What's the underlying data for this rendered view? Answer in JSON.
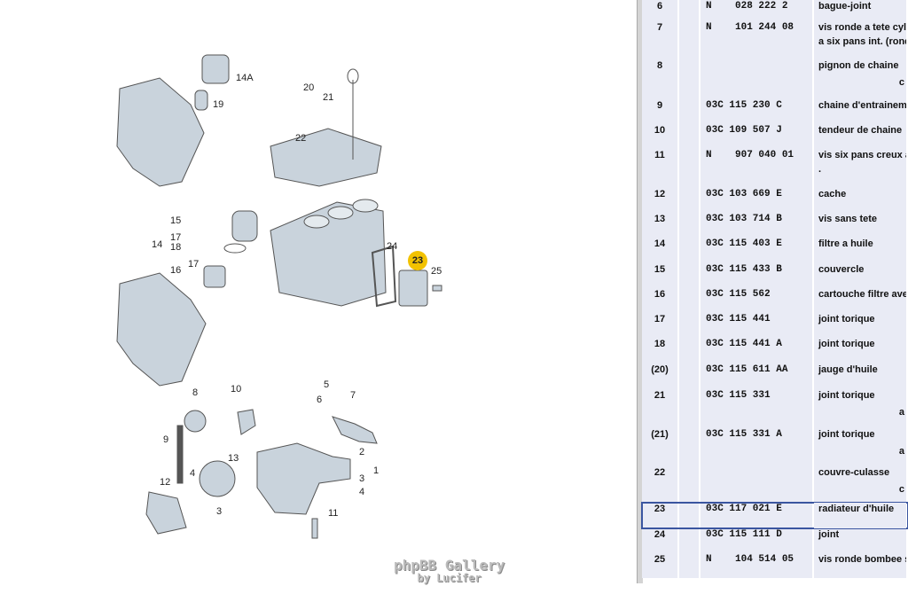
{
  "diagram": {
    "callouts": [
      "14A",
      "19",
      "20",
      "21",
      "22",
      "15",
      "17",
      "18",
      "14",
      "17",
      "16",
      "24",
      "23",
      "25",
      "8",
      "10",
      "5",
      "6",
      "7",
      "9",
      "13",
      "2",
      "1",
      "3",
      "4",
      "12",
      "4",
      "3",
      "11"
    ],
    "highlight_color": "#f2c200"
  },
  "watermark": {
    "line1": "phpBB Gallery",
    "line2": "by Lucifer"
  },
  "table": {
    "rows": [
      {
        "num": "6",
        "part": "N    028 222 2",
        "desc": "bague-joint",
        "line2": "",
        "overflow": ""
      },
      {
        "num": "7",
        "part": "N    101 244 08",
        "desc": "vis ronde a tete cylin",
        "line2": "a six pans int. (ronde",
        "overflow": ""
      },
      {
        "num": "8",
        "part": "",
        "desc": "pignon de chaine",
        "line2": "",
        "overflow": "c"
      },
      {
        "num": "9",
        "part": "03C 115 230 C",
        "desc": "chaine d'entrainement",
        "line2": "",
        "overflow": ""
      },
      {
        "num": "10",
        "part": "03C 109 507 J",
        "desc": "tendeur de chaine",
        "line2": "",
        "overflow": ""
      },
      {
        "num": "11",
        "part": "N    907 040 01",
        "desc": "vis six pans creux à",
        "line2": ".",
        "overflow": ""
      },
      {
        "num": "12",
        "part": "03C 103 669 E",
        "desc": "cache",
        "line2": "",
        "overflow": ""
      },
      {
        "num": "13",
        "part": "03C 103 714 B",
        "desc": "vis sans tete",
        "line2": "",
        "overflow": ""
      },
      {
        "num": "14",
        "part": "03C 115 403 E",
        "desc": "filtre a huile",
        "line2": "",
        "overflow": ""
      },
      {
        "num": "15",
        "part": "03C 115 433 B",
        "desc": "couvercle",
        "line2": "",
        "overflow": ""
      },
      {
        "num": "16",
        "part": "03C 115 562",
        "desc": "cartouche filtre avec",
        "line2": "",
        "overflow": ""
      },
      {
        "num": "17",
        "part": "03C 115 441",
        "desc": "joint torique",
        "line2": "",
        "overflow": ""
      },
      {
        "num": "18",
        "part": "03C 115 441 A",
        "desc": "joint torique",
        "line2": "",
        "overflow": ""
      },
      {
        "num": "(20)",
        "part": "03C 115 611 AA",
        "desc": "jauge d'huile",
        "line2": "",
        "overflow": ""
      },
      {
        "num": "21",
        "part": "03C 115 331",
        "desc": "joint torique",
        "line2": "",
        "overflow": "a"
      },
      {
        "num": "(21)",
        "part": "03C 115 331 A",
        "desc": "joint torique",
        "line2": "",
        "overflow": "a"
      },
      {
        "num": "22",
        "part": "",
        "desc": "couvre-culasse",
        "line2": "",
        "overflow": "c"
      },
      {
        "num": "23",
        "part": "03C 117 021 E",
        "desc": "radiateur d'huile",
        "line2": "",
        "overflow": ""
      },
      {
        "num": "24",
        "part": "03C 115 111 D",
        "desc": "joint",
        "line2": "",
        "overflow": ""
      },
      {
        "num": "25",
        "part": "N    104 514 05",
        "desc": "vis ronde bombee s",
        "line2": "",
        "overflow": ""
      }
    ],
    "selected_row": "23"
  }
}
